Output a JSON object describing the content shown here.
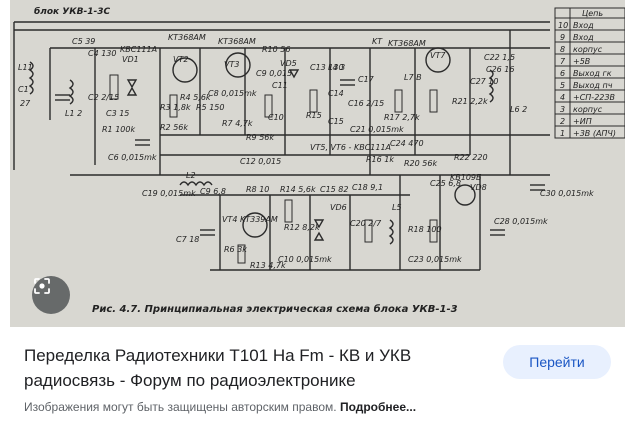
{
  "image": {
    "block_label": "блок УКВ-1-3С",
    "caption": "Рис. 4.7. Принципиальная электрическая схема блока УКВ-1-3",
    "components": [
      "C5 39",
      "C4 130",
      "KВС111А",
      "VD1",
      "KT368AM",
      "VT2",
      "KT368AM",
      "VT3",
      "R10 56",
      "VD5",
      "C13 130",
      "KT",
      "KT368AM",
      "VT7",
      "L11",
      "C1",
      "27",
      "L1 2",
      "C2 2/15",
      "C3 15",
      "R1 100k",
      "R2 56k",
      "R3 1,8k",
      "R4 5,6k",
      "R5 150",
      "C8 0,015mk",
      "C9 0,015",
      "R7 4,7k",
      "R9 56k",
      "C10",
      "C11",
      "R15",
      "C14",
      "C16 2/15",
      "C17",
      "C15",
      "R17 2,7k",
      "L7 В",
      "C24 470",
      "R16 1k",
      "R20 56k",
      "R22 220",
      "C30 0,015mk",
      "C6 0,015mk",
      "L2",
      "C9 6,8",
      "C7 18",
      "R6 3k",
      "VT4 KТ339АМ",
      "R8 10",
      "R14 5,6k",
      "R13 4,7k",
      "R12 8,2k",
      "C10 0,015mk",
      "C15 82",
      "VD6",
      "C18 9,1",
      "C20 2/7",
      "L5",
      "R18 100",
      "C23 0,015mk",
      "C25 6,8",
      "KB109Б",
      "VD8",
      "C28 0,015mk",
      "C12 0,015",
      "VT5, VT6 - KВС111А",
      "C19 0,015mk",
      "C21 0,015mk",
      "C22 1,5",
      "C26 16",
      "C27 10",
      "R21 2,2k",
      "L6 2",
      "L4 3"
    ],
    "connector_label": "Цепь",
    "connector_pins": [
      {
        "num": "10",
        "name": "Вход"
      },
      {
        "num": "9",
        "name": "Вход"
      },
      {
        "num": "8",
        "name": "корпус"
      },
      {
        "num": "7",
        "name": "+5B"
      },
      {
        "num": "6",
        "name": "Выход гк"
      },
      {
        "num": "5",
        "name": "Выход пч"
      },
      {
        "num": "4",
        "name": "+СП-22ЗВ"
      },
      {
        "num": "3",
        "name": "корпус"
      },
      {
        "num": "2",
        "name": "+ИП"
      },
      {
        "num": "1",
        "name": "+3В (АПЧ)"
      }
    ]
  },
  "result": {
    "title": "Переделка Радиотехники Т101 На Fm - КВ и УКВ радиосвязь - Форум по радиоэлектронике",
    "visit_label": "Перейти",
    "notice_text": "Изображения могут быть защищены авторским правом.",
    "more_label": "Подробнее..."
  }
}
